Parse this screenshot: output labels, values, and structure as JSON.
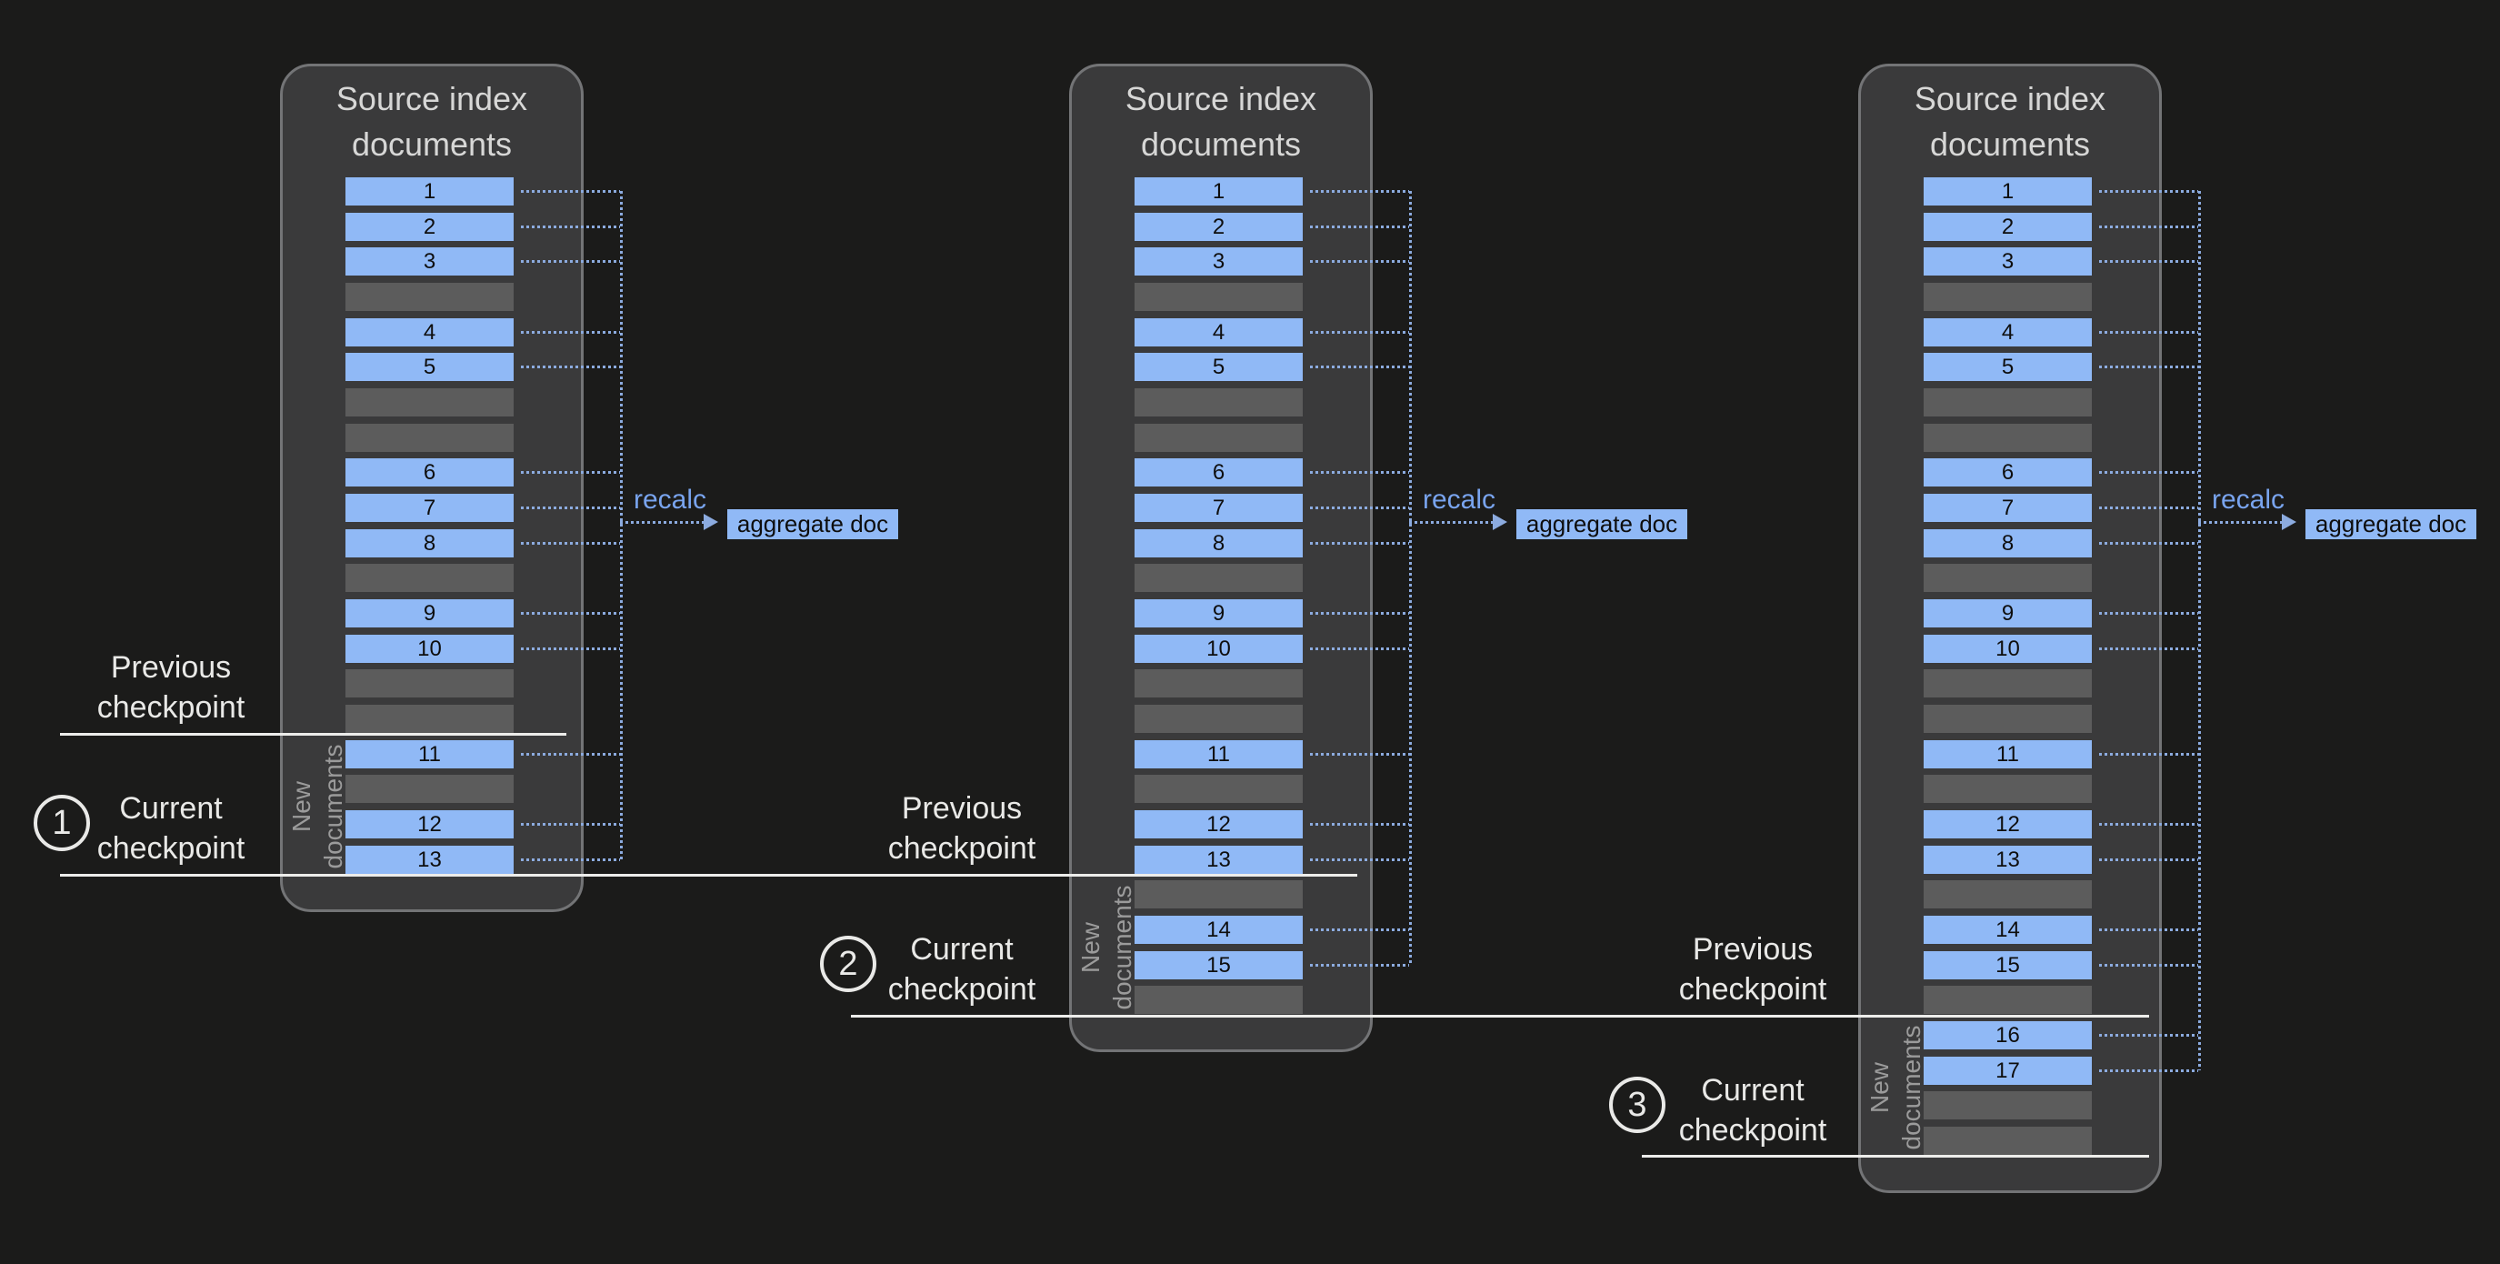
{
  "diagram": {
    "colors": {
      "background": "#1b1b1a",
      "panel_background": "#3a3a3b",
      "panel_border": "#737476",
      "doc_bar_blue": "#90b9f6",
      "empty_slot_gray": "#5c5c5c",
      "dotted_line_blue": "#8cabdf",
      "recalc_text_blue": "#79a4ee",
      "checkpoint_line_white": "#ededeb",
      "label_white": "#e9e9e7",
      "muted_gray": "#9b9b9b",
      "doc_number_black": "#0e0e0e"
    },
    "panels": [
      {
        "title_line1": "Source index",
        "title_line2": "documents",
        "rows": [
          "1",
          "2",
          "3",
          null,
          "4",
          "5",
          null,
          null,
          "6",
          "7",
          "8",
          null,
          "9",
          "10",
          null,
          null,
          "11",
          null,
          "12",
          "13"
        ],
        "new_documents_after_row": 16,
        "new_label_line1": "New",
        "new_label_line2": "documents",
        "recalc_label": "recalc",
        "aggregate_label": "aggregate doc",
        "checkpoints": {
          "previous_line1": "Previous",
          "previous_line2": "checkpoint",
          "current_number": "1",
          "current_line1": "Current",
          "current_line2": "checkpoint"
        }
      },
      {
        "title_line1": "Source index",
        "title_line2": "documents",
        "rows": [
          "1",
          "2",
          "3",
          null,
          "4",
          "5",
          null,
          null,
          "6",
          "7",
          "8",
          null,
          "9",
          "10",
          null,
          null,
          "11",
          null,
          "12",
          "13",
          null,
          "14",
          "15",
          null
        ],
        "new_documents_after_row": 20,
        "new_label_line1": "New",
        "new_label_line2": "documents",
        "recalc_label": "recalc",
        "aggregate_label": "aggregate doc",
        "checkpoints": {
          "previous_line1": "Previous",
          "previous_line2": "checkpoint",
          "current_number": "2",
          "current_line1": "Current",
          "current_line2": "checkpoint"
        }
      },
      {
        "title_line1": "Source index",
        "title_line2": "documents",
        "rows": [
          "1",
          "2",
          "3",
          null,
          "4",
          "5",
          null,
          null,
          "6",
          "7",
          "8",
          null,
          "9",
          "10",
          null,
          null,
          "11",
          null,
          "12",
          "13",
          null,
          "14",
          "15",
          null,
          "16",
          "17",
          null,
          null
        ],
        "new_documents_after_row": 24,
        "new_label_line1": "New",
        "new_label_line2": "documents",
        "recalc_label": "recalc",
        "aggregate_label": "aggregate doc",
        "checkpoints": {
          "previous_line1": "Previous",
          "previous_line2": "checkpoint",
          "current_number": "3",
          "current_line1": "Current",
          "current_line2": "checkpoint"
        }
      }
    ]
  }
}
